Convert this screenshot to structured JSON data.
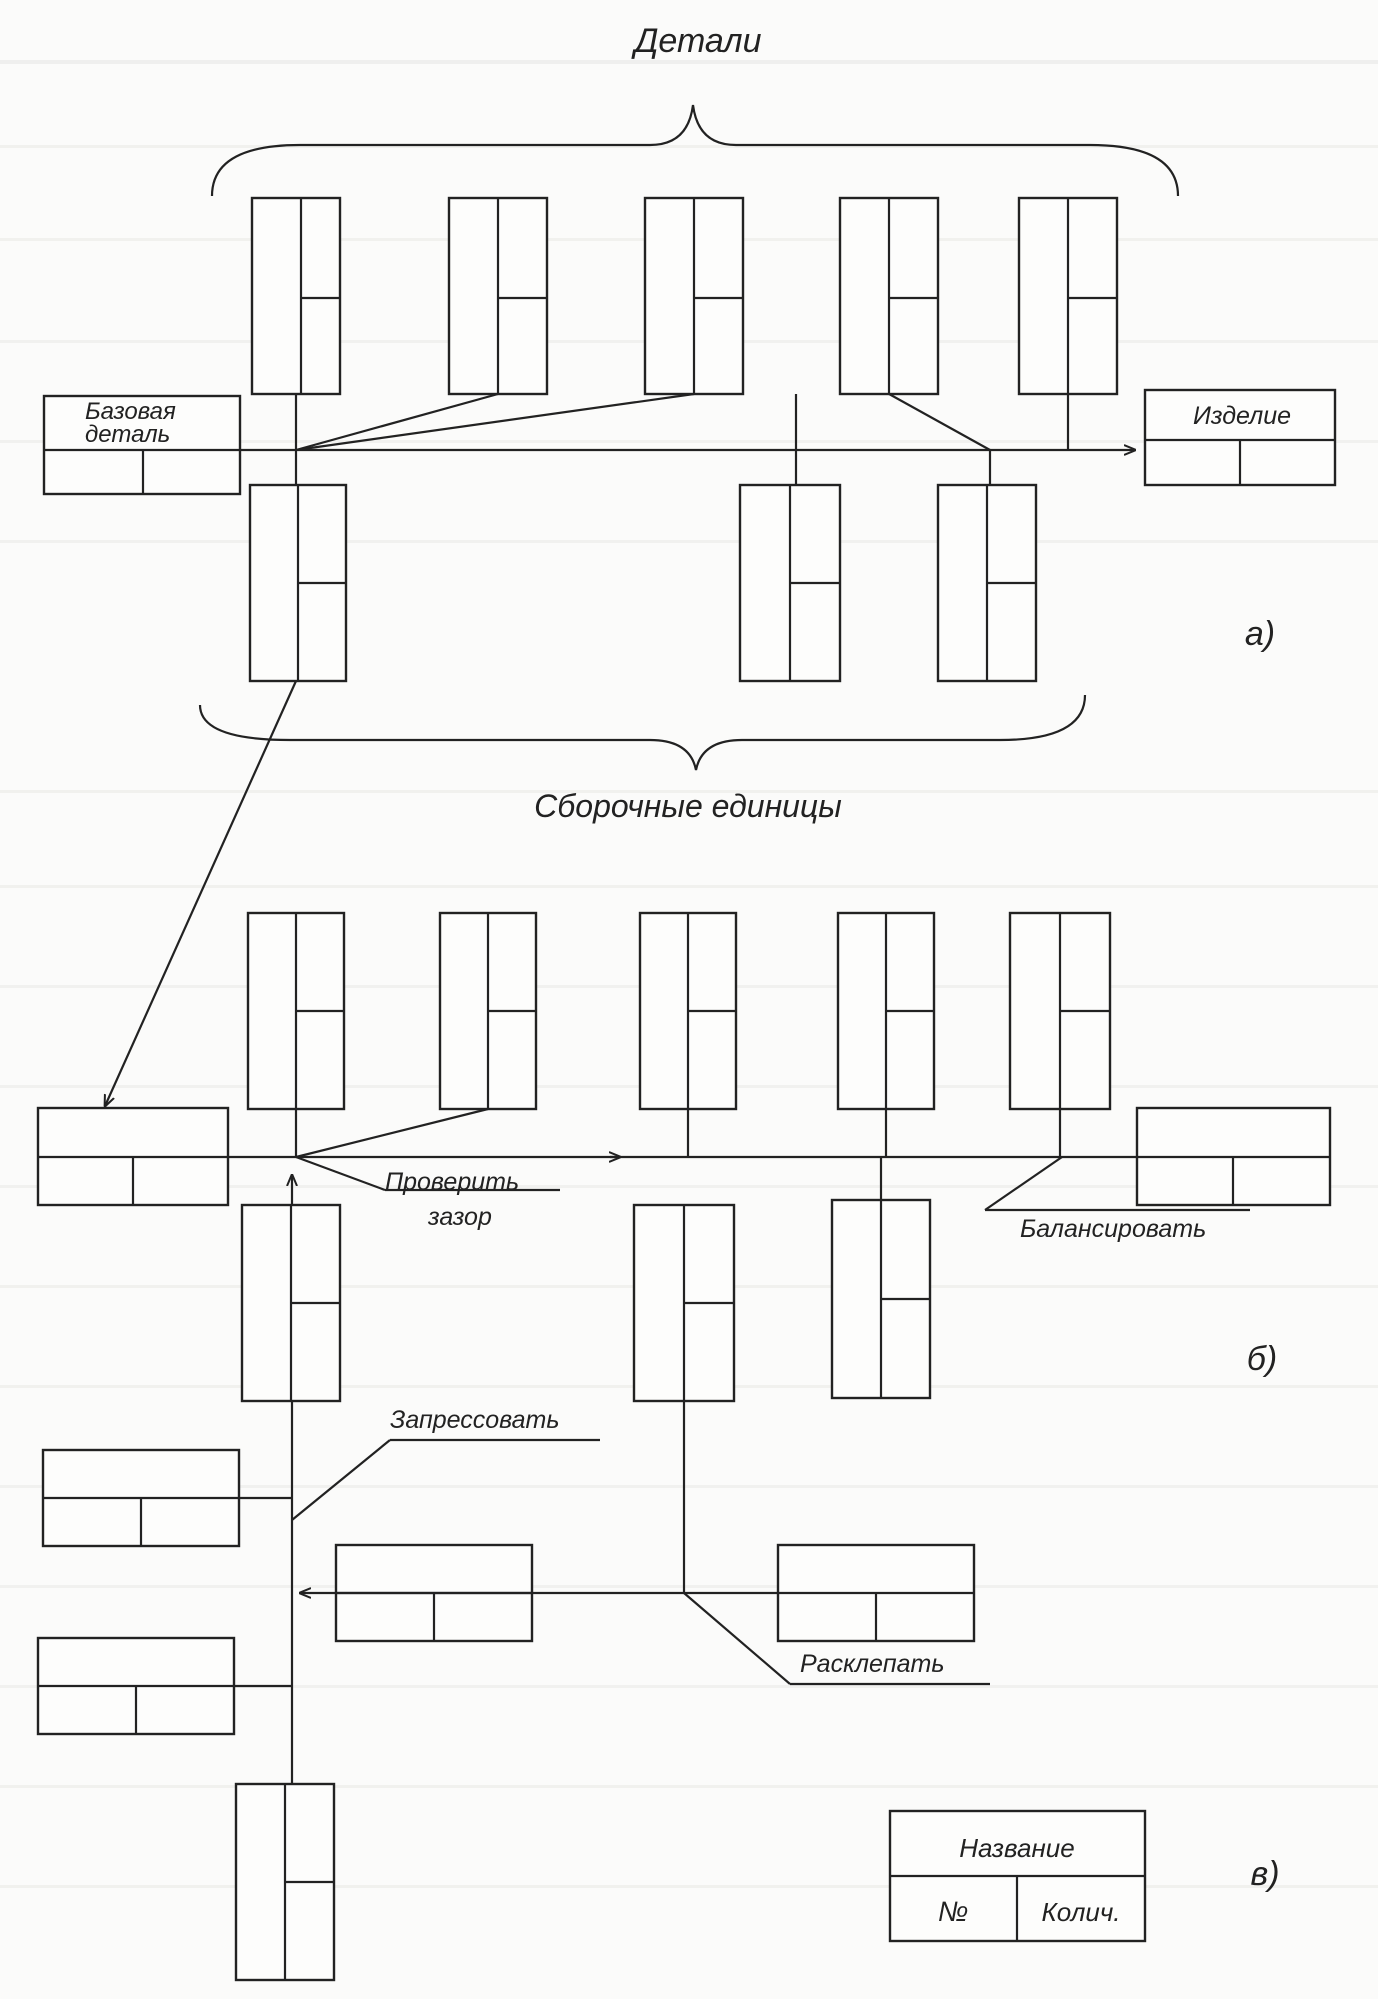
{
  "diagram": {
    "part_a": {
      "parts_header": "Детали",
      "assemblies_header": "Сборочные единицы",
      "base_part_label_line1": "Базовая",
      "base_part_label_line2": "деталь",
      "product_label": "Изделие",
      "marker": "а)"
    },
    "part_b": {
      "action_check_line1": "Проверить",
      "action_check_line2": "зазор",
      "action_balance": "Балансировать",
      "action_press": "Запрессовать",
      "action_rivet": "Расклепать",
      "marker": "б)"
    },
    "part_c": {
      "legend_name": "Название",
      "legend_number": "№",
      "legend_quantity": "Колич.",
      "marker": "в)"
    }
  }
}
